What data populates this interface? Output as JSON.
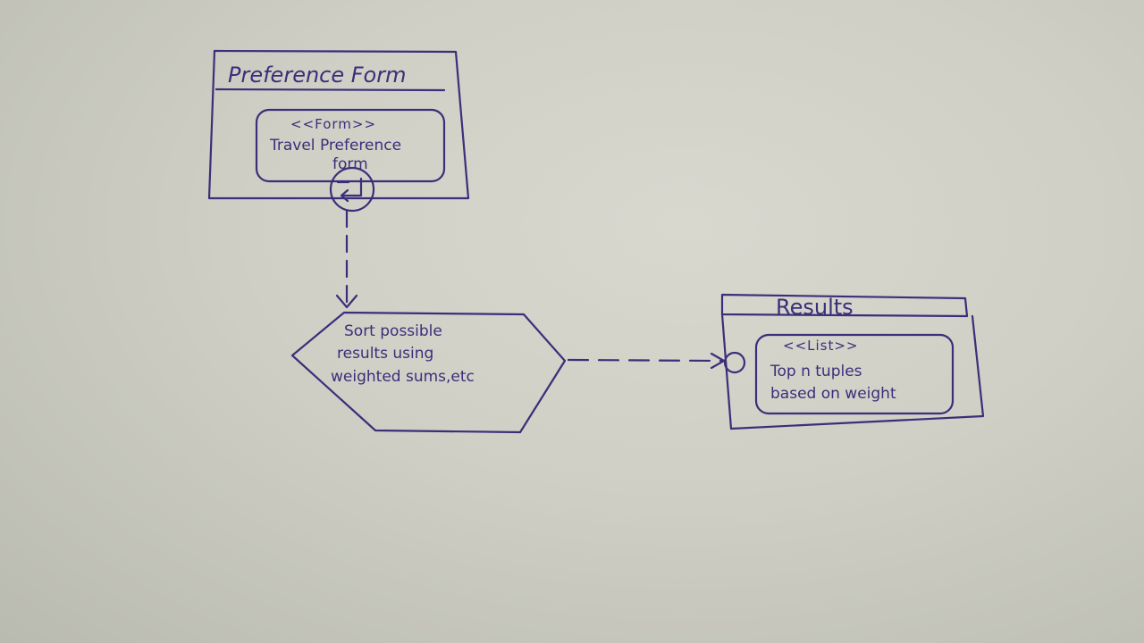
{
  "preference_form": {
    "title": "Preference Form",
    "stereotype": "<<Form>>",
    "line1": "Travel Preference",
    "line2": "form"
  },
  "process": {
    "line1": "Sort possible",
    "line2": "results using",
    "line3": "weighted sums,etc"
  },
  "results": {
    "title": "Results",
    "stereotype": "<<List>>",
    "line1": "Top n tuples",
    "line2": "based on weight"
  },
  "ink_color": "#3a2f7a",
  "icons": {
    "submit_port": "return-arrow-icon"
  }
}
